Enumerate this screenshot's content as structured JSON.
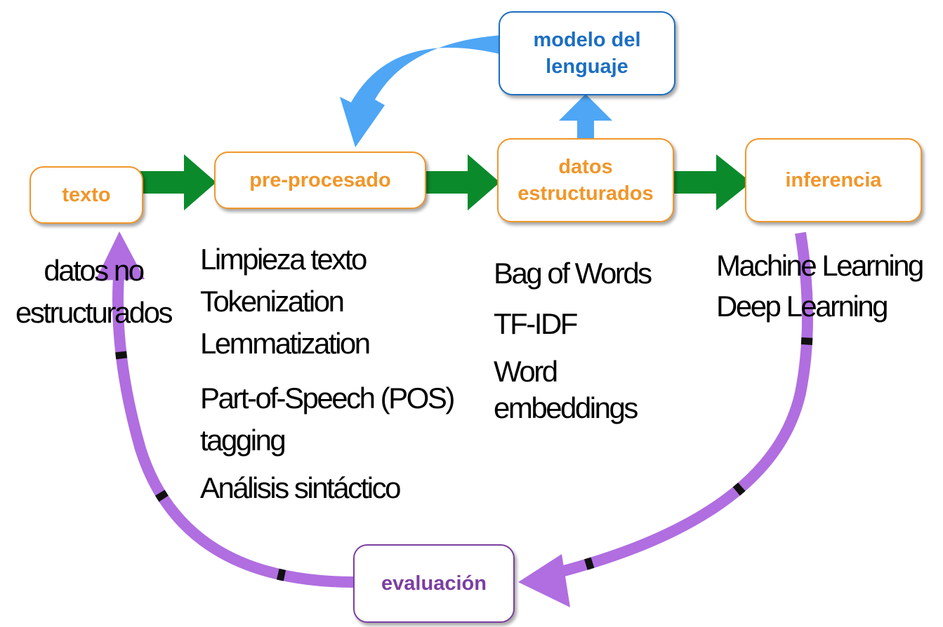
{
  "nodes": {
    "texto": "texto",
    "preprocesado": "pre-procesado",
    "datos_estructurados": "datos estructurados",
    "inferencia": "inferencia",
    "modelo_lenguaje": "modelo del lenguaje",
    "evaluacion": "evaluación"
  },
  "lists": {
    "texto": [
      "datos no",
      "estructurados"
    ],
    "preprocesado": [
      "Limpieza texto",
      "Tokenization",
      "Lemmatization",
      "Part-of-Speech (POS)",
      "tagging",
      "Análisis sintáctico"
    ],
    "datos_estructurados": [
      "Bag of Words",
      "TF-IDF",
      "Word",
      "embeddings"
    ],
    "inferencia": [
      "Machine Learning",
      "Deep Learning"
    ]
  },
  "colors": {
    "orange": "#f0962a",
    "blue": "#1b6ec2",
    "purple": "#7b3fa0",
    "green_arrow": "#0b8a2c",
    "blue_arrow": "#4ea6f5",
    "purple_arrow": "#b06ee0"
  }
}
